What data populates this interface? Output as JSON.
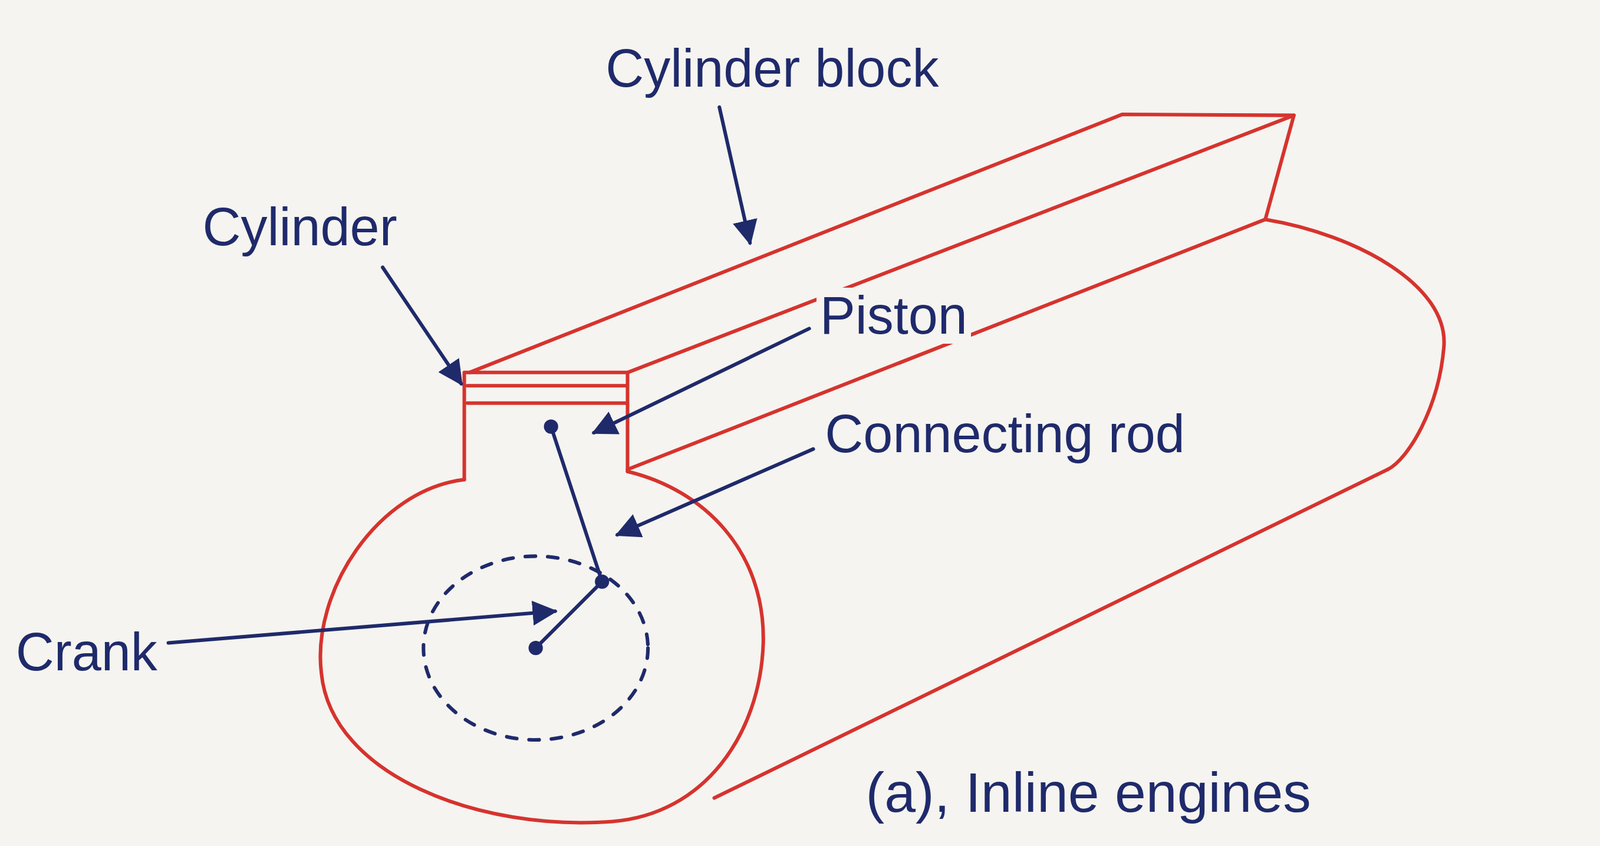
{
  "diagram": {
    "caption": "(a), Inline engines",
    "labels": [
      "Cylinder block",
      "Cylinder",
      "Piston",
      "Connecting rod",
      "Crank"
    ]
  }
}
